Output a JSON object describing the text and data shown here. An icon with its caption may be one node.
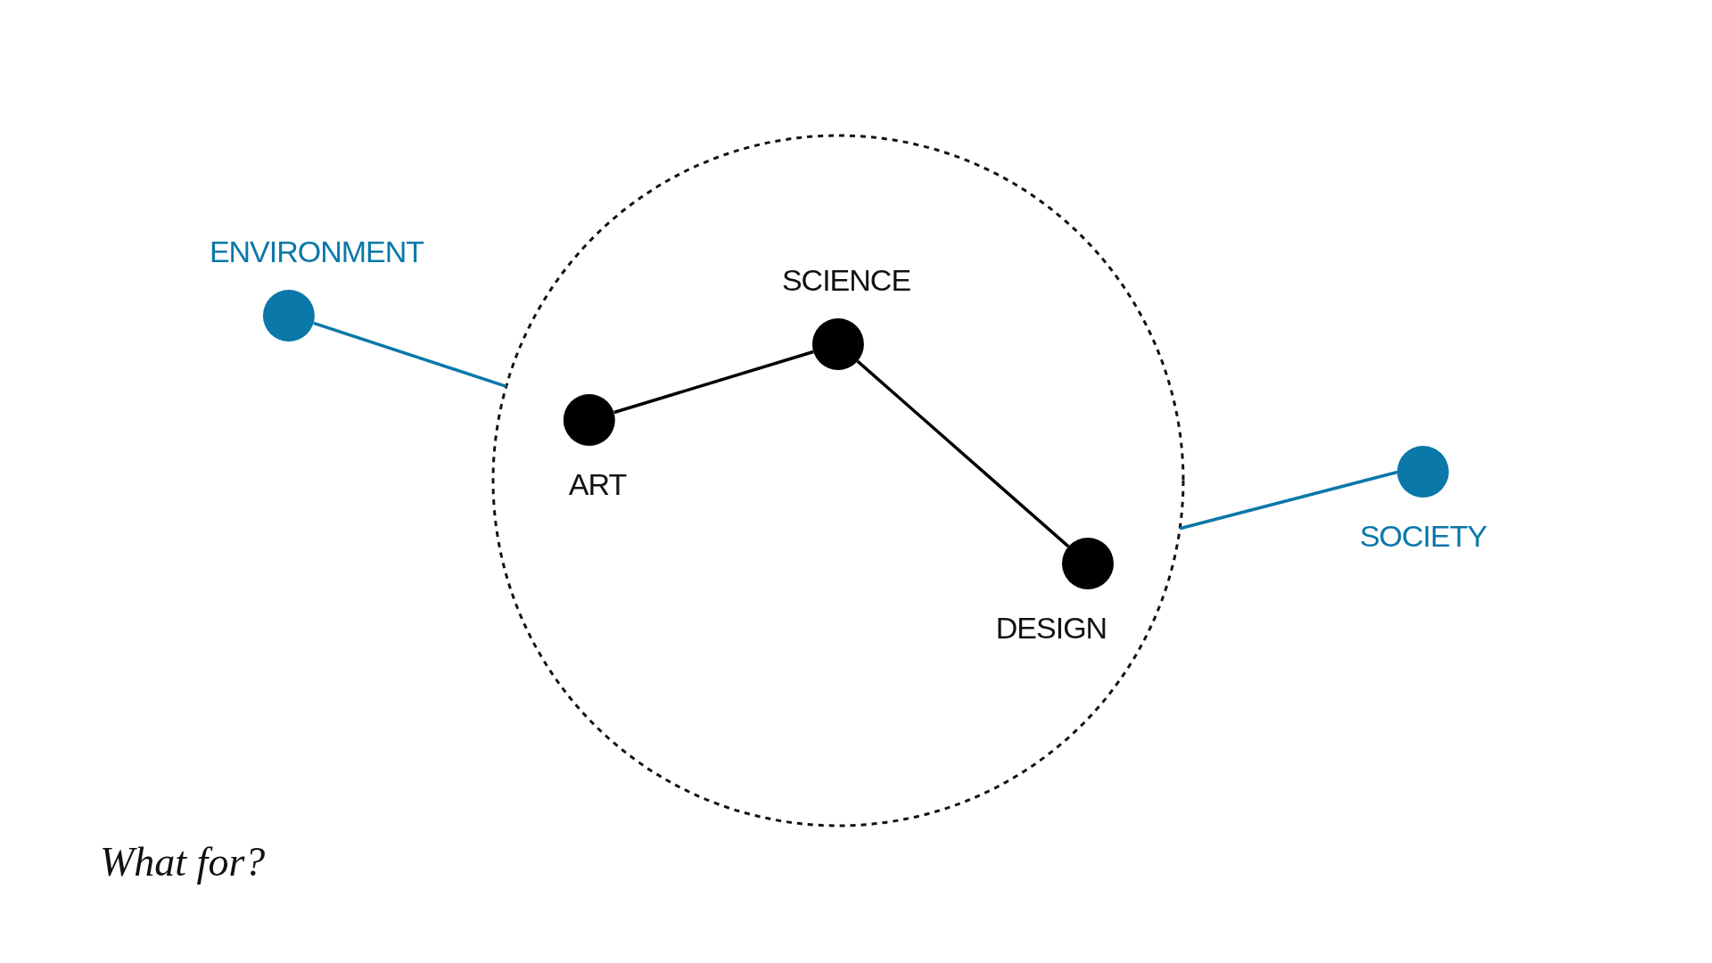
{
  "diagram": {
    "caption": "What for?",
    "nodes": [
      {
        "text": [],
        "shape": "circle"
      },
      {
        "text": [
          "ENVIRONMENT"
        ]
      },
      {
        "text": [
          "SCIENCE"
        ],
        "in": 0
      },
      {
        "text": [
          "ART"
        ],
        "in": 0
      },
      {
        "text": [
          "DESIGN"
        ],
        "in": 0
      },
      {
        "text": [
          "SOCIETY"
        ]
      }
    ],
    "edges": [
      {
        "from": 1,
        "to": 0,
        "arrow": "none",
        "color": "#0a78a8"
      },
      {
        "from": 3,
        "to": 2,
        "arrow": "none",
        "color": "#000000"
      },
      {
        "from": 2,
        "to": 4,
        "arrow": "none",
        "color": "#000000"
      },
      {
        "from": 5,
        "to": 0,
        "arrow": "none",
        "color": "#0a78a8"
      }
    ]
  }
}
